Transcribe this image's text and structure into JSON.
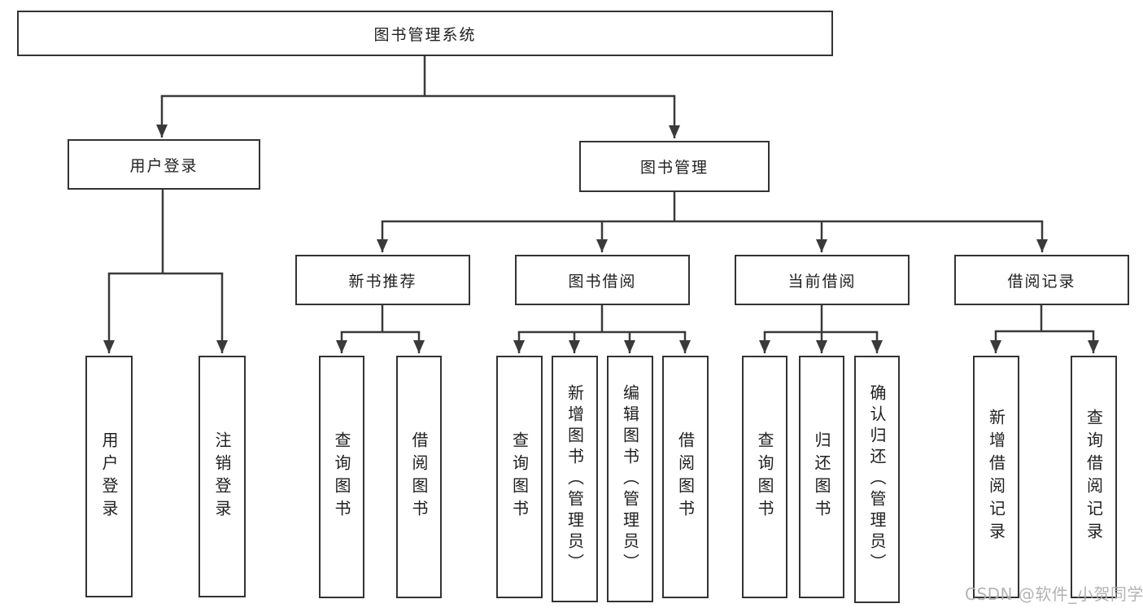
{
  "tree": {
    "root": "图书管理系统",
    "branches": [
      {
        "label": "用户登录",
        "children": [
          "用户登录",
          "注销登录"
        ]
      },
      {
        "label": "图书管理",
        "children": [
          {
            "label": "新书推荐",
            "children": [
              "查询图书",
              "借阅图书"
            ]
          },
          {
            "label": "图书借阅",
            "children": [
              "查询图书",
              "新增图书（管理员）",
              "编辑图书（管理员）",
              "借阅图书"
            ]
          },
          {
            "label": "当前借阅",
            "children": [
              "查询图书",
              "归还图书",
              "确认归还（管理员）"
            ]
          },
          {
            "label": "借阅记录",
            "children": [
              "新增借阅记录",
              "查询借阅记录"
            ]
          }
        ]
      }
    ]
  },
  "watermark": "CSDN @软件_小贺同学",
  "colors": {
    "line": "#3a3a3a",
    "border": "#333333",
    "text": "#1f1f1f",
    "background": "#ffffff",
    "watermark": "#acacac"
  }
}
